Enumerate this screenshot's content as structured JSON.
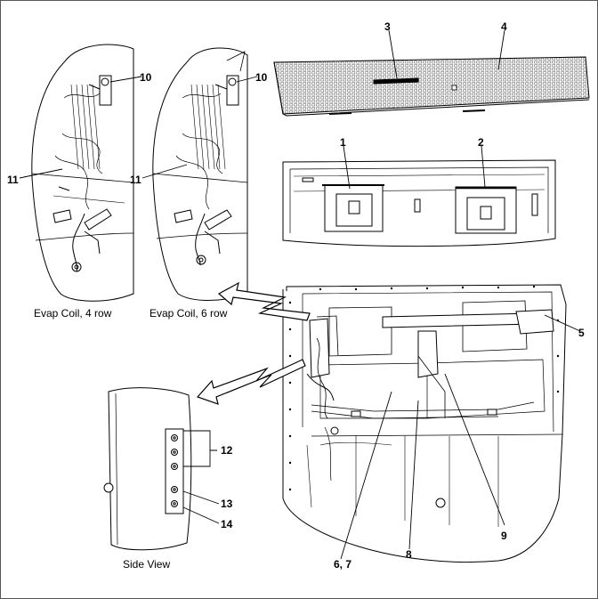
{
  "callouts": {
    "c1": "1",
    "c2": "2",
    "c3": "3",
    "c4": "4",
    "c5": "5",
    "c67": "6, 7",
    "c8": "8",
    "c9": "9",
    "c10a": "10",
    "c10b": "10",
    "c11a": "11",
    "c11b": "11",
    "c12": "12",
    "c13": "13",
    "c14": "14"
  },
  "captions": {
    "coil4": "Evap Coil, 4 row",
    "coil6": "Evap Coil, 6 row",
    "side": "Side View"
  }
}
